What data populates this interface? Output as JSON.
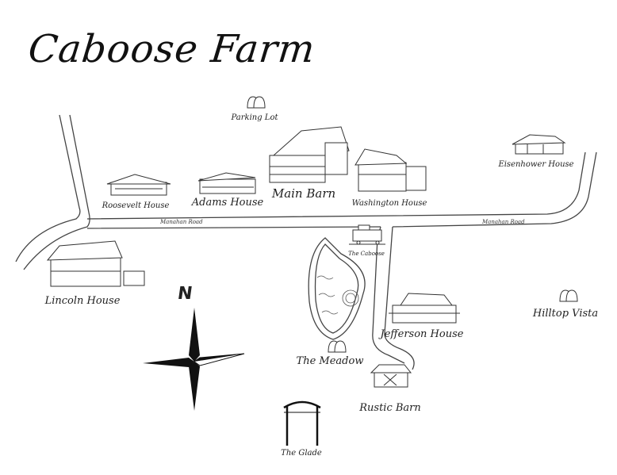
{
  "title": "Caboose Farm",
  "compass": {
    "north_label": "N"
  },
  "roads": [
    {
      "name": "Manahan Road"
    },
    {
      "name": "Manahan Road"
    }
  ],
  "locations": {
    "parking_lot": "Parking Lot",
    "roosevelt_house": "Roosevelt House",
    "adams_house": "Adams House",
    "main_barn": "Main Barn",
    "washington_house": "Washington House",
    "eisenhower_house": "Eisenhower House",
    "the_caboose": "The Caboose",
    "lincoln_house": "Lincoln House",
    "hilltop_vista": "Hilltop Vista",
    "jefferson_house": "Jefferson House",
    "the_meadow": "The Meadow",
    "rustic_barn": "Rustic Barn",
    "the_glade": "The Glade"
  }
}
